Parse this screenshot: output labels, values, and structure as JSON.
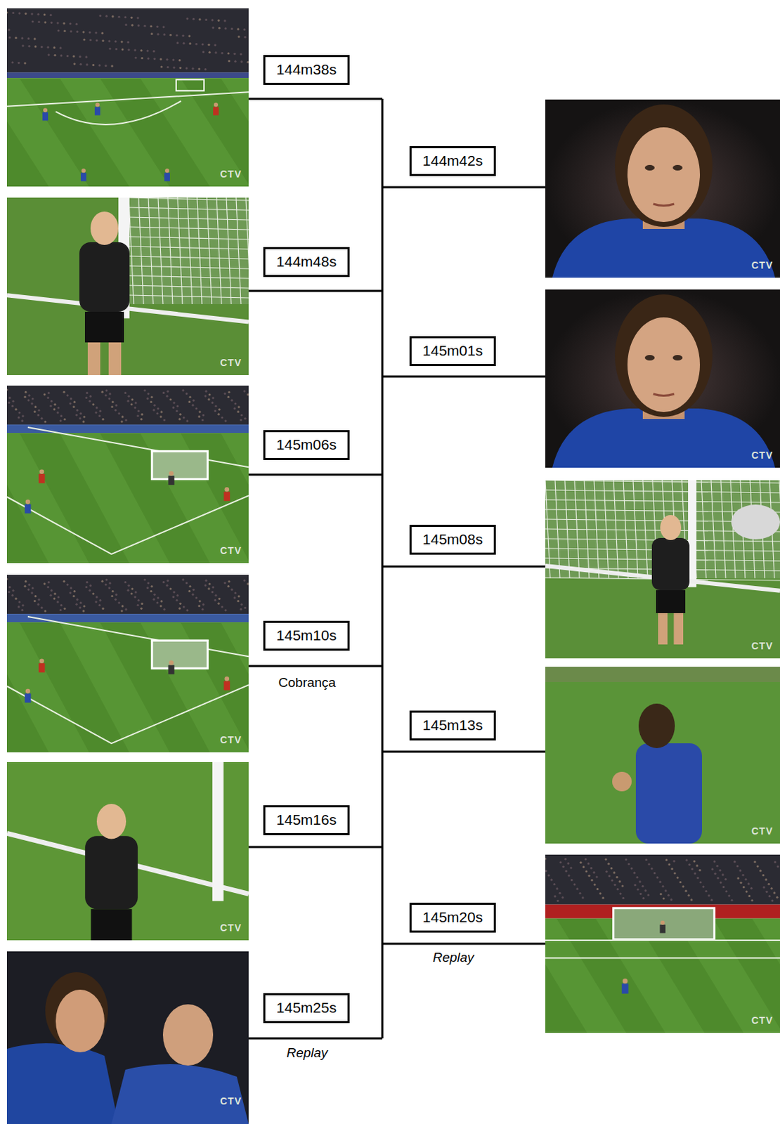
{
  "diagram": {
    "nodes": [
      {
        "text": [
          "144m38s"
        ]
      },
      {
        "text": [
          "144m42s"
        ]
      },
      {
        "text": [
          "144m48s"
        ]
      },
      {
        "text": [
          "145m01s"
        ]
      },
      {
        "text": [
          "145m06s"
        ]
      },
      {
        "text": [
          "145m08s"
        ]
      },
      {
        "text": [
          "145m10s"
        ]
      },
      {
        "text": [
          "145m13s"
        ]
      },
      {
        "text": [
          "145m16s"
        ]
      },
      {
        "text": [
          "145m20s"
        ]
      },
      {
        "text": [
          "145m25s"
        ]
      }
    ],
    "labels": [
      "Cobrança",
      "Replay",
      "Replay",
      "CTV",
      "CTV",
      "CTV",
      "CTV",
      "CTV",
      "CTV",
      "CTV",
      "CTV",
      "CTV",
      "CTV",
      "CTV"
    ]
  }
}
